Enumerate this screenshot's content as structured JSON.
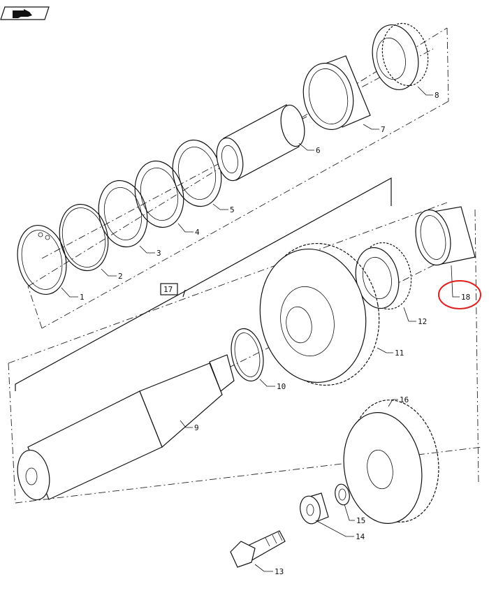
{
  "callouts": [
    {
      "id": "c1",
      "text": "1"
    },
    {
      "id": "c2",
      "text": "2"
    },
    {
      "id": "c3",
      "text": "3"
    },
    {
      "id": "c4",
      "text": "4"
    },
    {
      "id": "c5",
      "text": "5"
    },
    {
      "id": "c6",
      "text": "6"
    },
    {
      "id": "c7",
      "text": "7"
    },
    {
      "id": "c8",
      "text": "8"
    },
    {
      "id": "c9",
      "text": "9"
    },
    {
      "id": "c10",
      "text": "10"
    },
    {
      "id": "c11",
      "text": "11"
    },
    {
      "id": "c12",
      "text": "12"
    },
    {
      "id": "c13",
      "text": "13"
    },
    {
      "id": "c14",
      "text": "14"
    },
    {
      "id": "c15",
      "text": "15"
    },
    {
      "id": "c16",
      "text": "16"
    },
    {
      "id": "c17",
      "text": "17"
    },
    {
      "id": "c18",
      "text": "18"
    }
  ],
  "highlight": {
    "target": "18",
    "color": "#e02020"
  },
  "colors": {
    "ink": "#111111",
    "background": "#ffffff"
  },
  "icons": {
    "nav": "pointing-hand-icon"
  }
}
